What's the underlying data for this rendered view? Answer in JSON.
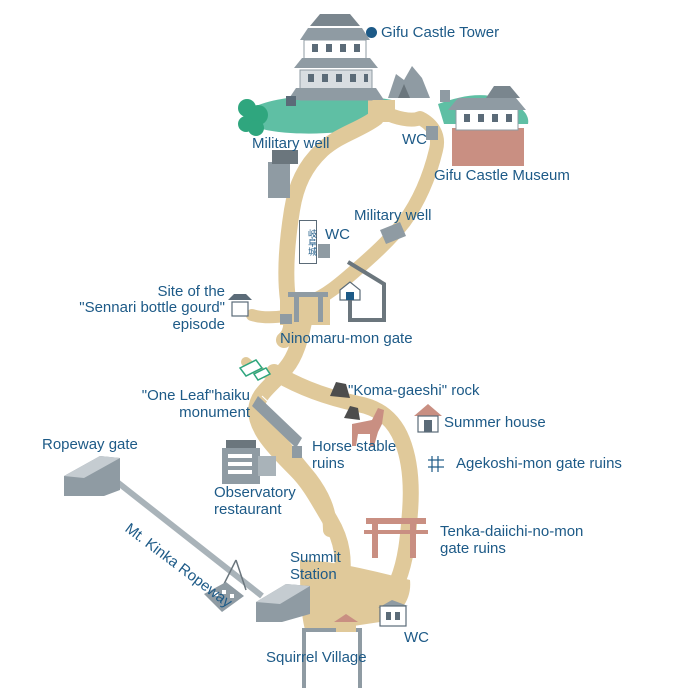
{
  "map": {
    "labels": {
      "gifu_castle_tower": "Gifu Castle Tower",
      "military_well_top": "Military well",
      "wc_top": "WC",
      "gifu_castle_museum": "Gifu Castle Museum",
      "military_well_mid": "Military well",
      "wc_mid": "WC",
      "sennari_line1": "Site of the",
      "sennari_line2": "\"Sennari bottle gourd\"",
      "sennari_line3": "episode",
      "ninomaru_gate": "Ninomaru-mon gate",
      "one_leaf_line1": "\"One Leaf\"haiku",
      "one_leaf_line2": "monument",
      "koma_gaeshi": "\"Koma-gaeshi\" rock",
      "summer_house": "Summer house",
      "horse_stable_line1": "Horse stable",
      "horse_stable_line2": "ruins",
      "agekoshi": "Agekoshi-mon gate ruins",
      "ropeway_gate": "Ropeway gate",
      "observatory_line1": "Observatory",
      "observatory_line2": "restaurant",
      "ropeway": "Mt. Kinka Ropeway",
      "tenka_line1": "Tenka-daiichi-no-mon",
      "tenka_line2": "gate ruins",
      "summit_line1": "Summit",
      "summit_line2": "Station",
      "wc_bottom": "WC",
      "squirrel_village": "Squirrel Village"
    },
    "sign_text": "岐阜城",
    "colors": {
      "path": "#e0c99a",
      "label": "#1d5a87",
      "hill": "#5fbfa4",
      "tree": "#2fa67e",
      "building": "#8f9ba3",
      "rock": "#4d4d4d",
      "brick": "#c98f82",
      "gate_post": "#c98f82"
    }
  }
}
